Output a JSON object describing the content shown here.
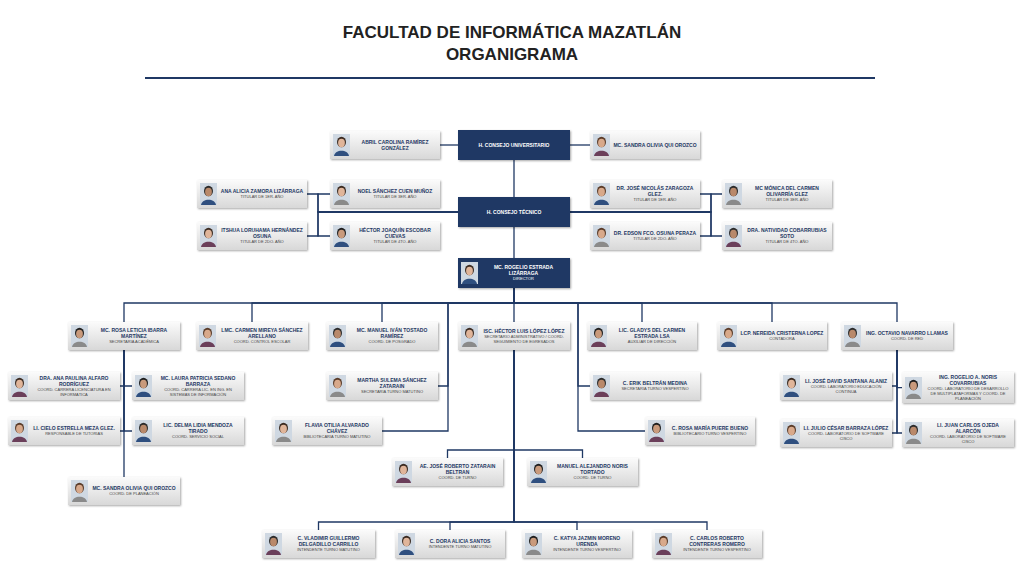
{
  "diagram": {
    "title": "FACULTAD DE INFORMÁTICA MAZATLÁN ORGANIGRAMA",
    "nodes": [
      {
        "text": [
          "ABRIL CAROLINA RAMÍREZ GONZÁLEZ"
        ]
      },
      {
        "text": [
          "H. CONSEJO UNIVERSITARIO"
        ]
      },
      {
        "text": [
          "MC. SANDRA OLIVIA QUI OROZCO"
        ]
      },
      {
        "text": [
          "ANA ALICIA ZAMORA LIZÁRRAGA",
          "TITULAR DE 1ER. AÑO"
        ]
      },
      {
        "text": [
          "NOEL SÁNCHEZ CUEN MUÑOZ",
          "TITULAR DE 3ER. AÑO"
        ]
      },
      {
        "text": [
          "H. CONSEJO TÉCNICO"
        ]
      },
      {
        "text": [
          "DR. JOSÉ NICOLÁS ZARAGOZA GLEZ.",
          "TITULAR DE 1ER. AÑO"
        ]
      },
      {
        "text": [
          "MC MÓNICA DEL CARMEN OLIVARRÍA GLEZ",
          "TITULAR DE 3ER. AÑO"
        ]
      },
      {
        "text": [
          "ITSHUA LORUHAMA HERNÁNDEZ OSUNA",
          "TITULAR DE 2DO. AÑO"
        ]
      },
      {
        "text": [
          "HÉCTOR JOAQUÍN ESCOBAR CUEVAS",
          "TITULAR DE 4TO. AÑO"
        ]
      },
      {
        "text": [
          "DR. EDSON FCO. OSUNA PERAZA",
          "TITULAR DE 2DO. AÑO"
        ]
      },
      {
        "text": [
          "DRA. NATIVIDAD COBARRUBIAS SOTO",
          "TITULAR DE 4TO. AÑO"
        ]
      },
      {
        "text": [
          "MC. ROGELIO ESTRADA LIZÁRRAGA",
          "DIRECTOR"
        ]
      },
      {
        "text": [
          "MC. ROSA LETICIA IBARRA MARTÍNEZ",
          "SECRETARIA ACADÉMICA"
        ]
      },
      {
        "text": [
          "LMC. CARMEN MIREYA SÁNCHEZ ARELLANO",
          "COORD. CONTROL ESCOLAR"
        ]
      },
      {
        "text": [
          "MC. MANUEL IVÁN TOSTADO RAMÍREZ",
          "COORD. DE POSGRADO"
        ]
      },
      {
        "text": [
          "ISC. HÉCTOR LUIS LÓPEZ LÓPEZ",
          "SECRETARIO ADMINISTRATIVO / COORD. SEGUIMIENTO DE EGRESADOS"
        ]
      },
      {
        "text": [
          "LIC. GLADYS DEL CARMEN ESTRADA LSA",
          "AUXILIAR DE DIRECCIÓN"
        ]
      },
      {
        "text": [
          "LCP. NEREIDA CRISTERNA LOPEZ",
          "CONTADORA"
        ]
      },
      {
        "text": [
          "ING. OCTAVIO NAVARRO LLAMAS",
          "COORD. DE RED"
        ]
      },
      {
        "text": [
          "DRA. ANA PAULINA ALFARO RODRÍGUEZ",
          "COORD. CARRERA LICENCIATURA EN INFORMÁTICA"
        ]
      },
      {
        "text": [
          "MC. LAURA PATRICIA SEDANO BARRAZA",
          "COORD. CARRERA LIC. EN ING. EN SISTEMAS DE INFORMACIÓN"
        ]
      },
      {
        "text": [
          "MARTHA SULEMA SÁNCHEZ ZATARAIN",
          "SECRETARIA TURNO MATUTINO"
        ]
      },
      {
        "text": [
          "C. ERIK BELTRÁN MEDINA",
          "SECRETARIA TURNO VESPERTINO"
        ]
      },
      {
        "text": [
          "LI. JOSÉ DAVID SANTANA ALANIZ",
          "COORD. LABORATORIO EDUCACIÓN CONTINUA"
        ]
      },
      {
        "text": [
          "ING. ROGELIO A. NORIS COVARRUBIAS",
          "COORD. LABORATORIO DE DESARROLLO DE MULTIPLATAFORMAS Y COORD. DE PLANEACIÓN"
        ]
      },
      {
        "text": [
          "LI. CIELO ESTRELLA MEZA GLEZ.",
          "RESPONSABLE DE TUTORÍAS"
        ]
      },
      {
        "text": [
          "LIC. DELMA LIDIA MENDOZA TIRADO",
          "COORD. SERVICIO SOCIAL"
        ]
      },
      {
        "text": [
          "FLAVIA OTILIA ALVARADO CHÁVEZ",
          "BIBLIOTECARIA TURNO MATUTINO"
        ]
      },
      {
        "text": [
          "C. ROSA MARÍA PUERE BUENO",
          "BIBLIOTECARIO TURNO VESPERTINO"
        ]
      },
      {
        "text": [
          "LI. JULIO CÉSAR BARRAZA LÓPEZ",
          "COORD. LABORATORIO DE SOFTWARE CISCO"
        ]
      },
      {
        "text": [
          "LI. JUAN CARLOS OJEDA ALARCÓN",
          "COORD. LABORATORIO DE SOFTWARE CISCO"
        ]
      },
      {
        "text": [
          "AE. JOSÉ ROBERTO ZATARAIN BELTRAN",
          "COORD. DE TURNO"
        ]
      },
      {
        "text": [
          "MANUEL ALEJANDRO NORIS TORTADO",
          "COORD. DE TURNO"
        ]
      },
      {
        "text": [
          "MC. SANDRA OLIVIA QUI OROZCO",
          "COORD. DE PLANEACIÓN"
        ]
      },
      {
        "text": [
          "C. VLADIMIR GUILLERMO DELGADILLO CARRILLO",
          "INTENDENTE TURNO MATUTINO"
        ]
      },
      {
        "text": [
          "C. DORA ALICIA SANTOS",
          "INTENDENTE TURNO MATUTINO"
        ]
      },
      {
        "text": [
          "C. KATYA JAZMIN MORENO URENDA",
          "INTENDENTE TURNO VESPERTINO"
        ]
      },
      {
        "text": [
          "C. CARLOS ROBERTO CONTRERAS ROMERO",
          "INTENDENTE TURNO VESPERTINO"
        ]
      }
    ],
    "edges": [
      {
        "from": 1,
        "to": 0,
        "arrow": "none"
      },
      {
        "from": 1,
        "to": 2,
        "arrow": "none"
      },
      {
        "from": 1,
        "to": 5,
        "arrow": "none"
      },
      {
        "from": 5,
        "to": 3,
        "arrow": "none"
      },
      {
        "from": 5,
        "to": 4,
        "arrow": "none"
      },
      {
        "from": 5,
        "to": 8,
        "arrow": "none"
      },
      {
        "from": 5,
        "to": 9,
        "arrow": "none"
      },
      {
        "from": 5,
        "to": 6,
        "arrow": "none"
      },
      {
        "from": 5,
        "to": 7,
        "arrow": "none"
      },
      {
        "from": 5,
        "to": 10,
        "arrow": "none"
      },
      {
        "from": 5,
        "to": 11,
        "arrow": "none"
      },
      {
        "from": 5,
        "to": 12,
        "arrow": "none"
      },
      {
        "from": 12,
        "to": 13,
        "arrow": "none"
      },
      {
        "from": 12,
        "to": 14,
        "arrow": "none"
      },
      {
        "from": 12,
        "to": 15,
        "arrow": "none"
      },
      {
        "from": 12,
        "to": 16,
        "arrow": "none"
      },
      {
        "from": 12,
        "to": 17,
        "arrow": "none"
      },
      {
        "from": 12,
        "to": 18,
        "arrow": "none"
      },
      {
        "from": 12,
        "to": 19,
        "arrow": "none"
      },
      {
        "from": 12,
        "to": 22,
        "arrow": "none"
      },
      {
        "from": 12,
        "to": 28,
        "arrow": "none"
      },
      {
        "from": 12,
        "to": 23,
        "arrow": "none"
      },
      {
        "from": 12,
        "to": 29,
        "arrow": "none"
      },
      {
        "from": 13,
        "to": 20,
        "arrow": "none"
      },
      {
        "from": 13,
        "to": 21,
        "arrow": "none"
      },
      {
        "from": 13,
        "to": 26,
        "arrow": "none"
      },
      {
        "from": 13,
        "to": 27,
        "arrow": "none"
      },
      {
        "from": 13,
        "to": 34,
        "arrow": "none"
      },
      {
        "from": 19,
        "to": 24,
        "arrow": "none"
      },
      {
        "from": 19,
        "to": 25,
        "arrow": "none"
      },
      {
        "from": 19,
        "to": 30,
        "arrow": "none"
      },
      {
        "from": 19,
        "to": 31,
        "arrow": "none"
      },
      {
        "from": 16,
        "to": 32,
        "arrow": "none"
      },
      {
        "from": 16,
        "to": 33,
        "arrow": "none"
      },
      {
        "from": 16,
        "to": 35,
        "arrow": "none"
      },
      {
        "from": 16,
        "to": 36,
        "arrow": "none"
      },
      {
        "from": 16,
        "to": 37,
        "arrow": "none"
      },
      {
        "from": 16,
        "to": 38,
        "arrow": "none"
      }
    ]
  }
}
